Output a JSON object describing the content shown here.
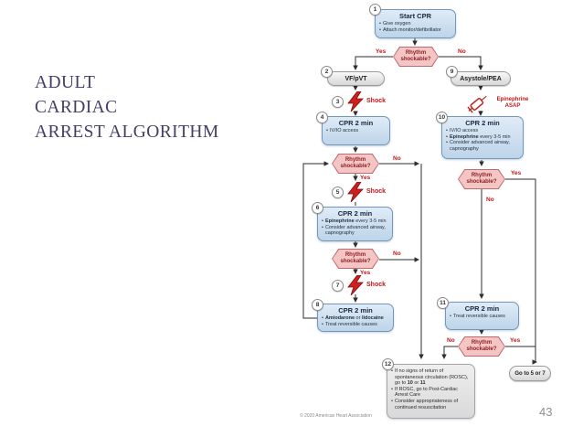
{
  "slide": {
    "title_lines": [
      "ADULT",
      "CARDIAC",
      "ARREST ALGORITHM"
    ],
    "page_number": "43",
    "copyright": "© 2020 American Heart Association"
  },
  "colors": {
    "red": "#c4161c",
    "titlec": "#463d66",
    "bluetop": "#e0ecf7",
    "bluebot": "#bdd4e9",
    "blueborder": "#7296bd",
    "pinkfill": "#f4c5c5",
    "pinkborder": "#c4696b",
    "pinktext": "#8c1d1d",
    "graytop": "#efefef",
    "graybot": "#d9d9d9",
    "grayborder": "#a5a5a5",
    "pagegray": "#8f8f8f"
  },
  "flowchart": {
    "decision_label": {
      "line1": "Rhythm",
      "line2": "shockable?"
    },
    "labels": {
      "yes": "Yes",
      "no": "No",
      "shock": "Shock",
      "epinephrine_line1": "Epinephrine",
      "epinephrine_line2": "ASAP",
      "goto_5_or_7": "Go to 5 or 7"
    },
    "steps": {
      "s1": {
        "num": "1",
        "title": "Start CPR",
        "bullets": [
          "Give oxygen",
          "Attach monitor/defibrillator"
        ]
      },
      "s2": {
        "num": "2",
        "label": "VF/pVT"
      },
      "s3": {
        "num": "3"
      },
      "s4": {
        "num": "4",
        "title": "CPR 2 min",
        "bullets": [
          "IV/IO access"
        ]
      },
      "s5": {
        "num": "5"
      },
      "s6": {
        "num": "6",
        "title": "CPR 2 min",
        "bullets": [
          "**Epinephrine** every 3-5 min",
          "Consider advanced airway, capnography"
        ]
      },
      "s7": {
        "num": "7"
      },
      "s8": {
        "num": "8",
        "title": "CPR 2 min",
        "bullets": [
          "**Amiodarone** or **lidocaine**",
          "Treat reversible causes"
        ]
      },
      "s9": {
        "num": "9",
        "label": "Asystole/PEA"
      },
      "s10": {
        "num": "10",
        "title": "CPR 2 min",
        "bullets": [
          "IV/IO access",
          "**Epinephrine** every 3-5 min",
          "Consider advanced airway, capnography"
        ]
      },
      "s11": {
        "num": "11",
        "title": "CPR 2 min",
        "bullets": [
          "Treat reversible causes"
        ]
      },
      "s12": {
        "num": "12",
        "bullets": [
          "If no signs of return of spontaneous circulation (ROSC), go to **10** or **11**",
          "If ROSC, go to Post-Cardiac Arrest Care",
          "Consider appropriateness of continued resuscitation"
        ]
      }
    }
  }
}
